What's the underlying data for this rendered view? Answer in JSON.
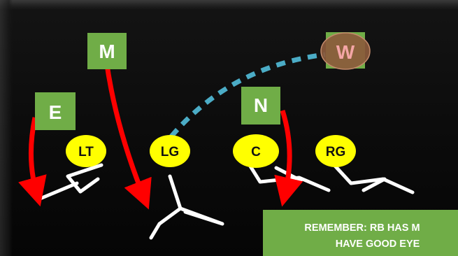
{
  "defenders": {
    "m": "M",
    "w": "W",
    "e": "E",
    "n": "N"
  },
  "linemen": {
    "lt": "LT",
    "lg": "LG",
    "c": "C",
    "rg": "RG"
  },
  "note": {
    "line1": "REMEMBER: RB HAS M",
    "line2": "HAVE GOOD EYE"
  },
  "colors": {
    "defender_box": "#70ad47",
    "lineman_circle": "#ffff00",
    "arrow": "#ff0000",
    "path": "#4bacc6",
    "w_circle": "#8b5a3c",
    "w_text": "#f4a6a6",
    "blocking_lines": "#ffffff",
    "note_box": "#70ad47"
  }
}
